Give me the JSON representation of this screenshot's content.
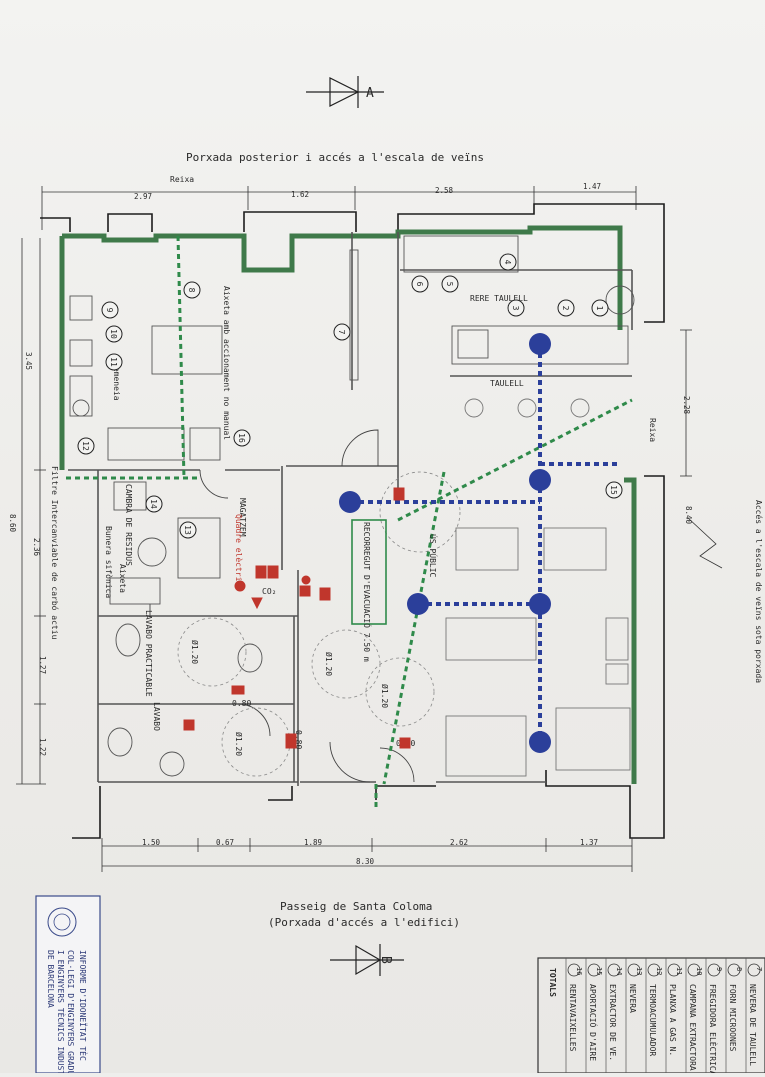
{
  "section_a": {
    "letter": "A"
  },
  "section_b": {
    "letter": "B"
  },
  "top_caption": "Porxada posterior i accés a l'escala de veïns",
  "bottom_caption_1": "Passeig de Santa Coloma",
  "bottom_caption_2": "(Porxada d'accés a l'edifici)",
  "right_side_text": "Accés a l'escala de veïns sota porxada",
  "top_dims": [
    "2.97",
    "1.62",
    "2.58",
    "1.47"
  ],
  "bottom_dims": [
    "1.50",
    "0.67",
    "1.89",
    "2.62",
    "1.37"
  ],
  "bottom_total": "8.30",
  "left_dims": [
    "3.45",
    "2.36",
    "1.27",
    "1.22"
  ],
  "left_total": "8.60",
  "right_dims": [
    "2.28"
  ],
  "right_small_dim": "8.40",
  "reixa_label": "Reixa",
  "rooms": {
    "rere_taulell": "RERE TAULELL",
    "taulell": "TAULELL",
    "magatzem": "MAGATZEM",
    "quadre_electric": "Quadre elèctric",
    "cambra_residus": "CAMBRA DE RESIDUS",
    "lavabo_practicable": "LAVABO PRACTICABLE",
    "lavabo": "LAVABO",
    "us_public": "ÚS PÚBLIC",
    "xemeneia": "Xemeneia",
    "aixeta": "Aixeta amb accionament no manual",
    "filtre": "Filtre Intercanviable de carbó actiu",
    "bunera": "Bunera sifònica",
    "aixeta2": "Aixeta",
    "recorregut": "RECORREGUT D'EVACUACIÓ 7.50 m",
    "co2": "CO₂"
  },
  "circle_diameter": "Ø1.20",
  "door_width": "0.80",
  "equipment_numbers": [
    "1",
    "2",
    "3",
    "4",
    "5",
    "6",
    "7",
    "8",
    "9",
    "10",
    "11",
    "12",
    "13",
    "14",
    "15",
    "16"
  ],
  "legend_items": [
    {
      "num": "7",
      "text": "NEVERA DE TAULELL"
    },
    {
      "num": "8",
      "text": "FORN MICROONES"
    },
    {
      "num": "9",
      "text": "FREGIDORA ELÈCTRICA"
    },
    {
      "num": "10",
      "text": "CAMPANA EXTRACTORA"
    },
    {
      "num": "11",
      "text": "PLANXA A GAS N."
    },
    {
      "num": "12",
      "text": "TERMOACUMULADOR"
    },
    {
      "num": "13",
      "text": "NEVERA"
    },
    {
      "num": "14",
      "text": "EXTRACTOR DE VE."
    },
    {
      "num": "15",
      "text": "APORTACIÓ D'AIRE"
    },
    {
      "num": "16",
      "text": "RENTAVAIXELLES"
    }
  ],
  "legend_total": "TOTALS",
  "stamp_text": [
    "INFORME D'IDONEÏTAT TÈC",
    "COL·LEGI D'ENGINYERS GRADU",
    "I ENGINYERS TÈCNICS INDUST",
    "DE BARCELONA"
  ],
  "colors": {
    "wall_fill": "#3f7a4a",
    "evac_green": "#2f8a4a",
    "blue_route": "#2b3f9a",
    "red_symbol": "#c0362c",
    "ink": "#2a2a2a"
  }
}
